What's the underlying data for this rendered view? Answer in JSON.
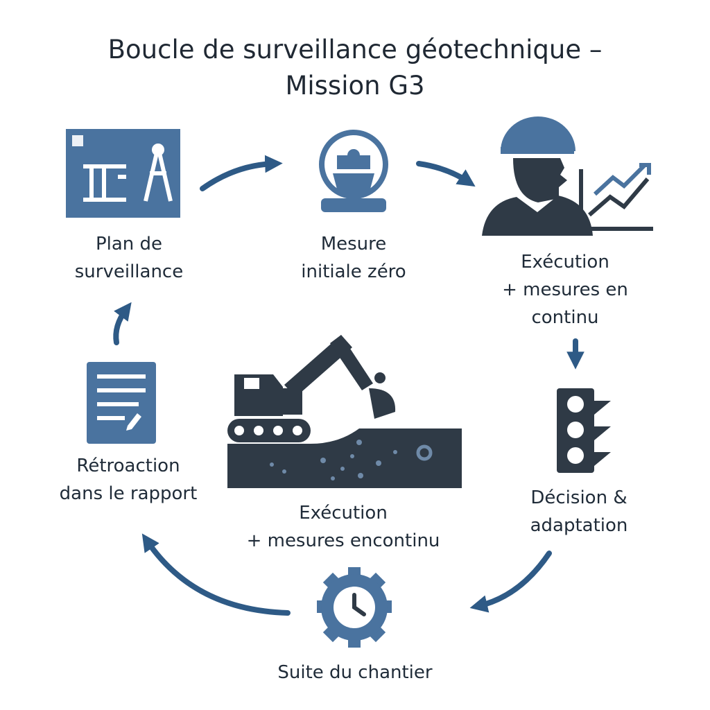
{
  "title": {
    "line1": "Boucle de surveillance géotechnique –",
    "line2": "Mission G3"
  },
  "colors": {
    "primary": "#4a739f",
    "dark": "#2f3a46",
    "arrow": "#2e5a86",
    "text": "#1f2b38"
  },
  "steps": {
    "plan": {
      "line1": "Plan de",
      "line2": "surveillance",
      "icon": "blueprint-icon"
    },
    "mesure": {
      "line1": "Mesure",
      "line2": "initiale zéro",
      "icon": "survey-instrument-icon"
    },
    "execution_top": {
      "line1": "Exécution",
      "line2": "+ mesures en",
      "line3": "continu",
      "icon": "engineer-chart-icon"
    },
    "decision": {
      "line1": "Décision &",
      "line2": "adaptation",
      "icon": "traffic-light-icon"
    },
    "suite": {
      "line1": "Suite du chantier",
      "icon": "gear-clock-icon"
    },
    "retroaction": {
      "line1": "Rétroaction",
      "line2": "dans le rapport",
      "icon": "report-icon"
    },
    "center": {
      "line1": "Exécution",
      "line2": "+ mesures encontinu",
      "icon": "excavator-icon"
    }
  }
}
